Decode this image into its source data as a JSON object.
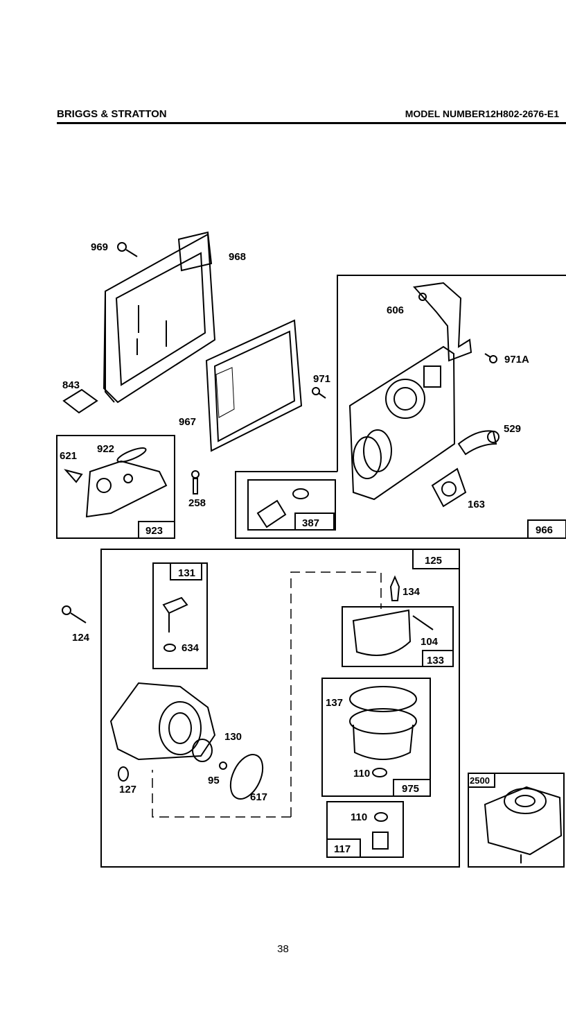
{
  "header": {
    "brand": "BRIGGS & STRATTON",
    "model": "MODEL NUMBER12H802-2676-E1"
  },
  "parts": {
    "p969": "969",
    "p968": "968",
    "p606": "606",
    "p971A": "971A",
    "p971": "971",
    "p843": "843",
    "p967": "967",
    "p529": "529",
    "p922": "922",
    "p621": "621",
    "p258": "258",
    "p163": "163",
    "p923": "923",
    "p387": "387",
    "p966": "966",
    "p125": "125",
    "p131": "131",
    "p134": "134",
    "p124": "124",
    "p104": "104",
    "p634": "634",
    "p133": "133",
    "p137": "137",
    "p130": "130",
    "p110a": "110",
    "p975": "975",
    "p2500": "2500",
    "p95": "95",
    "p127": "127",
    "p617": "617",
    "p110b": "110",
    "p117": "117"
  },
  "page_number": "38"
}
